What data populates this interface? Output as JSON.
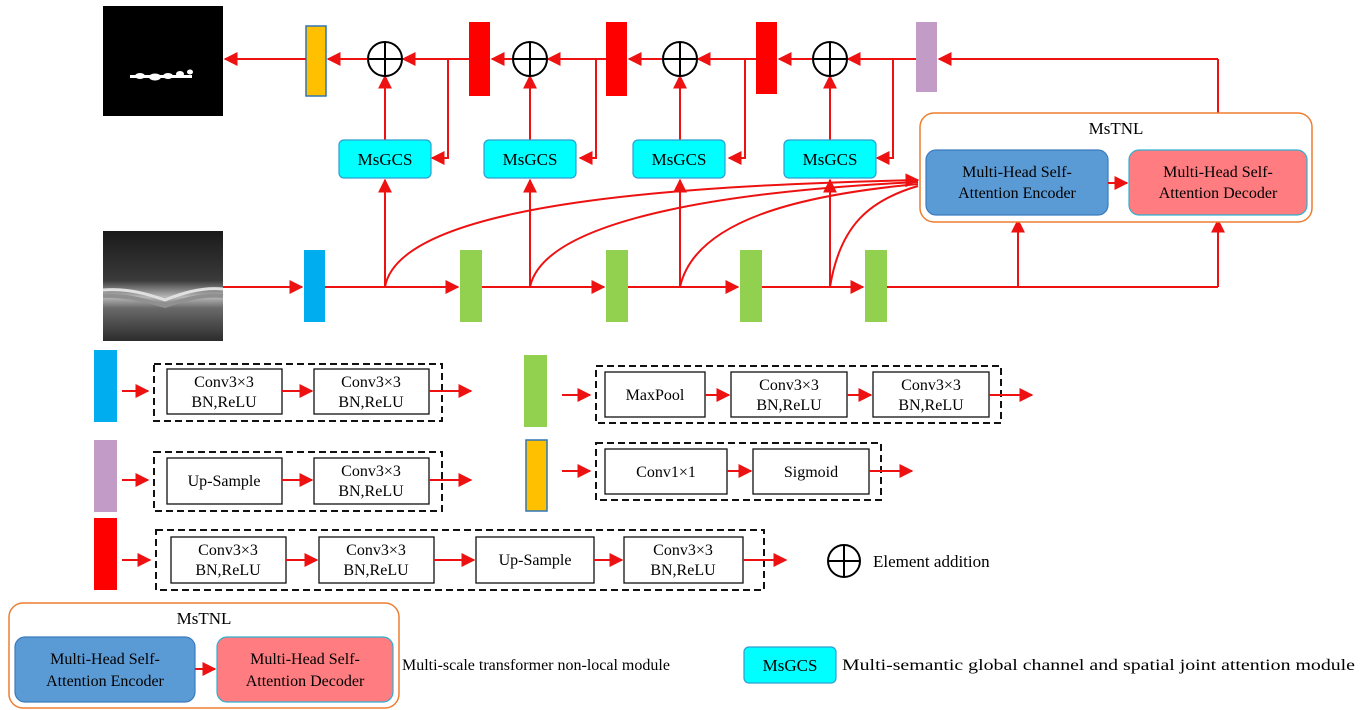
{
  "colors": {
    "arrow": "#ee1111",
    "encoder_block": "#00aeef",
    "down_block": "#92d050",
    "up_block": "#c39bc7",
    "decode_block": "#ff0000",
    "output_block": "#ffc000",
    "msgcs_fill": "#00ffff",
    "mstnl_border": "#ed7d31",
    "encoder_fill": "#5b9bd5",
    "decoder_fill": "#ff7c80"
  },
  "main": {
    "msgcs_label": "MsGCS",
    "mstnl_title": "MsTNL",
    "mhsa_encoder_line1": "Multi-Head Self-",
    "mhsa_encoder_line2": "Attention Encoder",
    "mhsa_decoder_line1": "Multi-Head Self-",
    "mhsa_decoder_line2": "Attention Decoder",
    "input_image": "oct-bscan-image",
    "output_image": "segmentation-mask-image"
  },
  "legend": {
    "conv_line1": "Conv3×3",
    "conv_line2": "BN,ReLU",
    "maxpool": "MaxPool",
    "upsample": "Up-Sample",
    "conv1x1": "Conv1×1",
    "sigmoid": "Sigmoid",
    "element_addition": "Element addition",
    "mstnl_title": "MsTNL",
    "mhsa_encoder_line1": "Multi-Head Self-",
    "mhsa_encoder_line2": "Attention Encoder",
    "mhsa_decoder_line1": "Multi-Head Self-",
    "mhsa_decoder_line2": "Attention Decoder",
    "mstnl_desc": "Multi-scale transformer non-local module",
    "msgcs_label": "MsGCS",
    "msgcs_desc": "Multi-semantic global channel and spatial joint attention module"
  }
}
